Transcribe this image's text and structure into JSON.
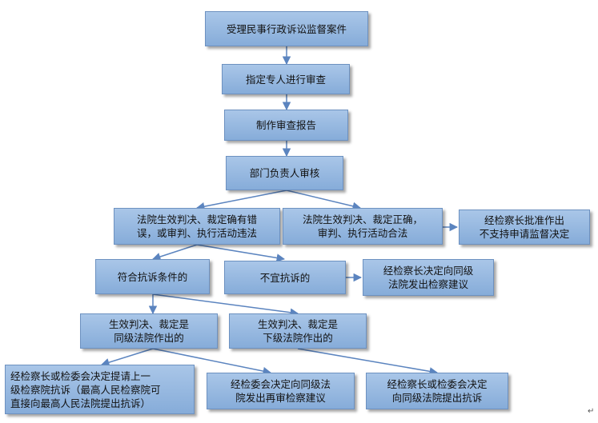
{
  "nodes": {
    "accept_case": "受理民事行政诉讼监督案件",
    "assign_reviewer": "指定专人进行审查",
    "review_report": "制作审查报告",
    "dept_head_review": "部门负责人审核",
    "ruling_error": "法院生效判决、裁定确有错\n误，或审判、执行活动违法",
    "ruling_correct": "法院生效判决、裁定正确，\n审判、执行活动合法",
    "chief_no_support": "经检察长批准作出\n不支持申请监督决定",
    "meets_protest": "符合抗诉条件的",
    "not_protest": "不宜抗诉的",
    "chief_suggest_same": "经检察长决定向同级\n法院发出检察建议",
    "same_level_court": "生效判决、裁定是\n同级法院作出的",
    "lower_level_court": "生效判决、裁定是\n下级法院作出的",
    "request_upper": "经检察长或检委会决定提请上一\n级检察院抗诉（最高人民检察院可\n直接向最高人民法院提出抗诉）",
    "committee_retrial": "经检委会决定向同级法\n院发出再审检察建议",
    "protest_same": "经检察长或检委会决定\n向同级法院提出抗诉"
  },
  "colors": {
    "node_fill_top": "#a9c6e8",
    "node_fill_bottom": "#86acd9",
    "node_border": "#6d91c0",
    "arrow": "#5b84bf"
  }
}
